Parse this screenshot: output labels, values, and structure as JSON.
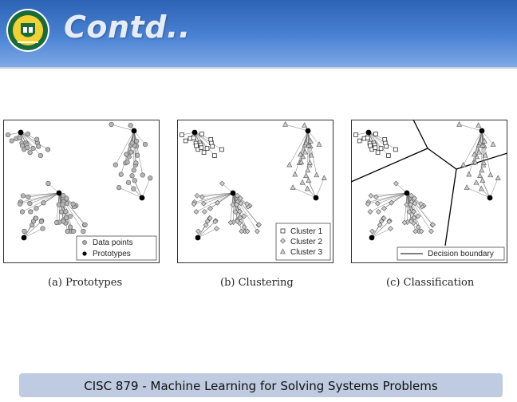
{
  "header": {
    "title": "Contd..",
    "logo": {
      "icon": "university-crest-icon",
      "text": "",
      "colors": {
        "outer": "#1a6b3a",
        "inner": "#f2d230",
        "ring": "#ffffff"
      }
    },
    "colors": {
      "top": "#2d63b5",
      "bottom": "#7fa9e6",
      "title": "#e6ecf5"
    }
  },
  "figure": {
    "panels": [
      {
        "id": "a",
        "caption": "(a)  Prototypes",
        "legend": [
          {
            "marker": "circle-gray-icon",
            "label": "Data points"
          },
          {
            "marker": "circle-black-icon",
            "label": "Prototypes"
          }
        ]
      },
      {
        "id": "b",
        "caption": "(b)  Clustering",
        "legend": [
          {
            "marker": "square-icon",
            "label": "Cluster 1"
          },
          {
            "marker": "diamond-icon",
            "label": "Cluster 2"
          },
          {
            "marker": "triangle-icon",
            "label": "Cluster 3"
          }
        ]
      },
      {
        "id": "c",
        "caption": "(c)  Classification",
        "legend": [
          {
            "marker": "line-icon",
            "label": "Decision boundary"
          }
        ]
      }
    ]
  },
  "footer": {
    "text": "CISC 879 - Machine Learning for Solving Systems Problems",
    "color": "#bfcbe0"
  }
}
